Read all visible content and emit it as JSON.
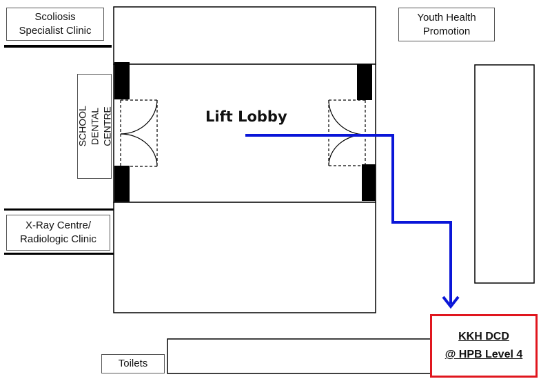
{
  "labels": {
    "scoliosis_clinic": "Scoliosis\nSpecialist Clinic",
    "youth_health": "Youth Health\nPromotion",
    "school_dental": "SCHOOL DENTAL\nCENTRE",
    "xray_centre": "X-Ray Centre/\nRadiologic Clinic",
    "toilets": "Toilets",
    "lift_lobby": "Lift Lobby"
  },
  "destination": {
    "line1": "KKH DCD",
    "line2": "@ HPB Level 4"
  },
  "colors": {
    "route": "#0a16d8",
    "destination_border": "#e0161e",
    "walls": "#000000",
    "label_border": "#555555"
  }
}
